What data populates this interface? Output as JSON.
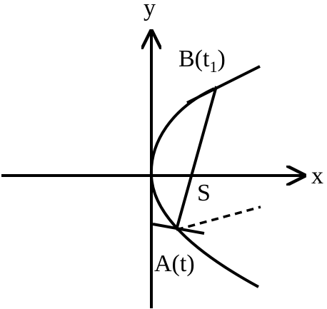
{
  "labels": {
    "y_axis": "y",
    "x_axis": "x",
    "focus": "S",
    "point_b_prefix": "B(t",
    "point_b_sub": "1",
    "point_b_suffix": ")",
    "point_a": "A(t)"
  },
  "colors": {
    "stroke": "#000000",
    "background": "#ffffff"
  }
}
